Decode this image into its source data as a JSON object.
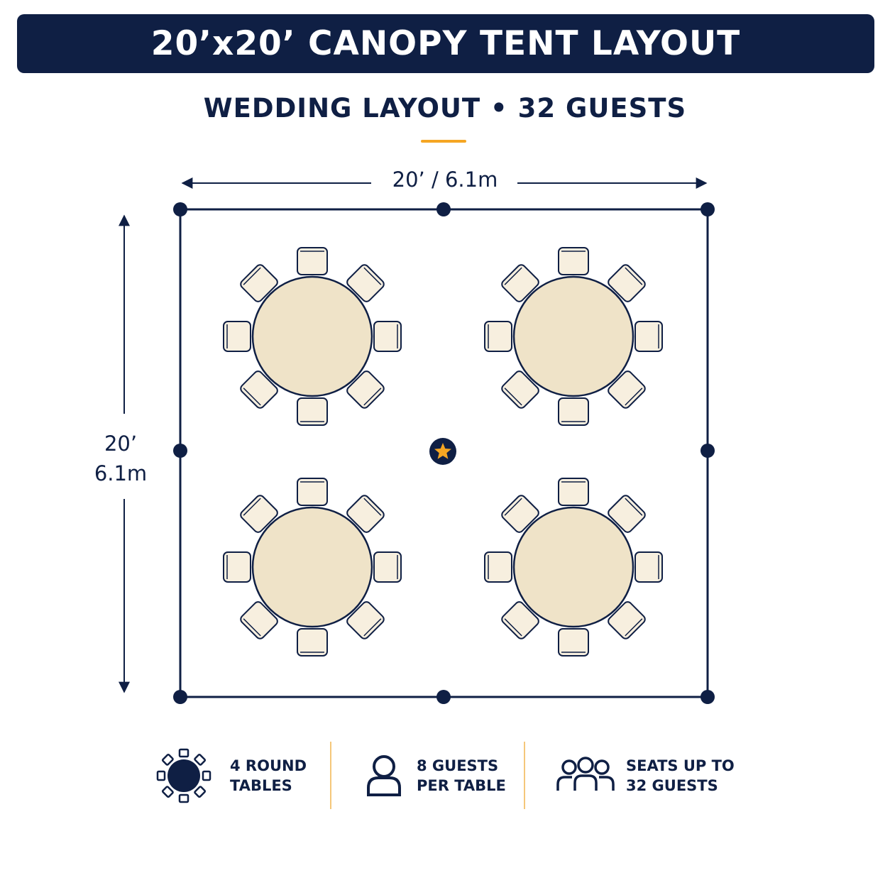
{
  "title": "20’x20’ CANOPY TENT LAYOUT",
  "subtitle": "WEDDING LAYOUT • 32 GUESTS",
  "dimensions": {
    "width_label": "20’ / 6.1m",
    "height_label_line1": "20’",
    "height_label_line2": "6.1m"
  },
  "tables": {
    "count": 4,
    "chairs_per_table": 8
  },
  "legend": {
    "tables_line1": "4 ROUND",
    "tables_line2": "TABLES",
    "guests_line1": "8 GUESTS",
    "guests_line2": "PER TABLE",
    "capacity_line1": "SEATS UP TO",
    "capacity_line2": "32 GUESTS"
  },
  "icons": {
    "center_marker": "star-icon",
    "tables": "round-table-icon",
    "guest": "person-icon",
    "capacity": "group-icon"
  },
  "colors": {
    "navy": "#0f1f44",
    "accent": "#f5a623",
    "table_fill": "#efe3c8",
    "chair_fill": "#f7efdf"
  }
}
